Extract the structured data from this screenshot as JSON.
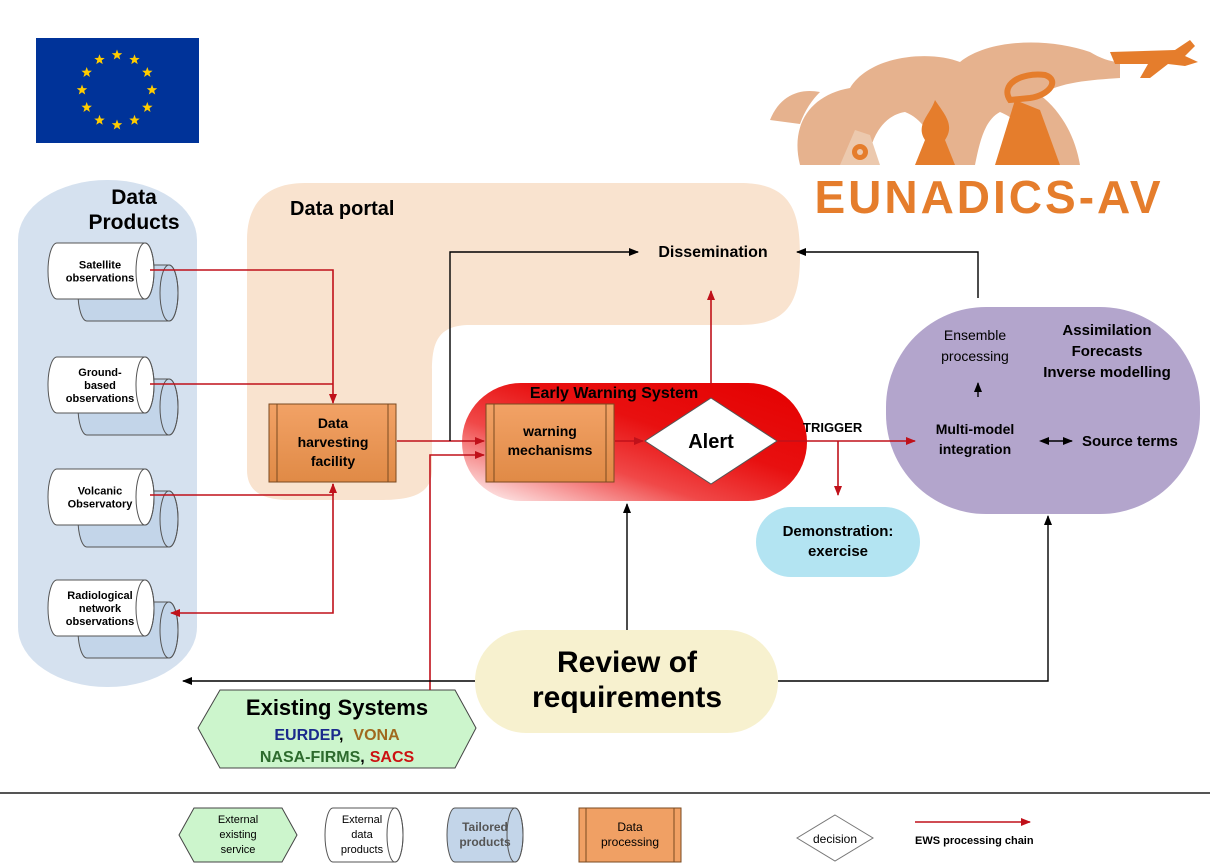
{
  "brand": {
    "title": "EUNADICS-AV",
    "colors": {
      "orange": "#e57d2c",
      "plume": "#e6b28e",
      "eu_blue": "#003399",
      "eu_star": "#ffcc00"
    }
  },
  "data_products": {
    "title_line1": "Data",
    "title_line2": "Products",
    "items": [
      {
        "line1": "Satellite",
        "line2": "observations",
        "line3": ""
      },
      {
        "line1": "Ground-",
        "line2": "based",
        "line3": "observations"
      },
      {
        "line1": "Volcanic",
        "line2": "Observatory",
        "line3": ""
      },
      {
        "line1": "Radiological",
        "line2": "network",
        "line3": "observations"
      }
    ]
  },
  "portal": {
    "title": "Data portal",
    "dissemination": "Dissemination"
  },
  "harvest": {
    "line1": "Data",
    "line2": "harvesting",
    "line3": "facility"
  },
  "ews": {
    "title": "Early Warning System",
    "warning_line1": "warning",
    "warning_line2": "mechanisms",
    "alert": "Alert",
    "trigger": "TRIGGER"
  },
  "demo": {
    "line1": "Demonstration:",
    "line2": "exercise"
  },
  "modelling": {
    "ensemble_line1": "Ensemble",
    "ensemble_line2": "processing",
    "heading_line1": "Assimilation",
    "heading_line2": "Forecasts",
    "heading_line3": "Inverse modelling",
    "mm_line1": "Multi-model",
    "mm_line2": "integration",
    "source_terms": "Source terms"
  },
  "review": {
    "line1": "Review of",
    "line2": "requirements"
  },
  "existing": {
    "title": "Existing Systems",
    "eurdep": "EURDEP",
    "comma1": ",",
    "vona": "VONA",
    "nasa": "NASA-FIRMS",
    "comma2": ",",
    "sacs": "SACS",
    "colors": {
      "eurdep": "#1a2a8c",
      "vona": "#a0691e",
      "nasa": "#2d6b2d",
      "sacs": "#cc1111"
    }
  },
  "legend": {
    "external_service": {
      "line1": "External",
      "line2": "existing",
      "line3": "service"
    },
    "external_products": {
      "line1": "External",
      "line2": "data",
      "line3": "products"
    },
    "tailored": {
      "line1": "Tailored",
      "line2": "products"
    },
    "processing": {
      "line1": "Data",
      "line2": "processing"
    },
    "decision": "decision",
    "chain": "EWS processing chain"
  }
}
